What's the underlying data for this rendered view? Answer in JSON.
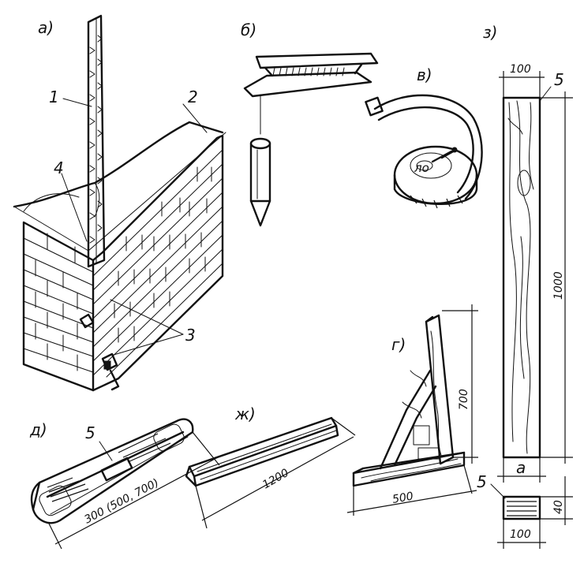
{
  "panel_labels": {
    "a": "а)",
    "b": "б)",
    "v": "в)",
    "g": "г)",
    "d": "д)",
    "zh": "ж)",
    "z": "з)"
  },
  "callouts": {
    "c1": "1",
    "c2": "2",
    "c3": "3",
    "c4": "4",
    "c5_level": "5",
    "c5_rail_top": "5",
    "c5_rail_section": "5"
  },
  "dimensions": {
    "level_length": "300 (500, 700)",
    "straightedge_length": "1200",
    "square_base": "500",
    "square_height": "700",
    "rail_width": "100",
    "rail_length": "1000",
    "rail_a": "a",
    "rail_section_depth": "40",
    "rail_section_width": "100"
  },
  "tape_label": "ло"
}
